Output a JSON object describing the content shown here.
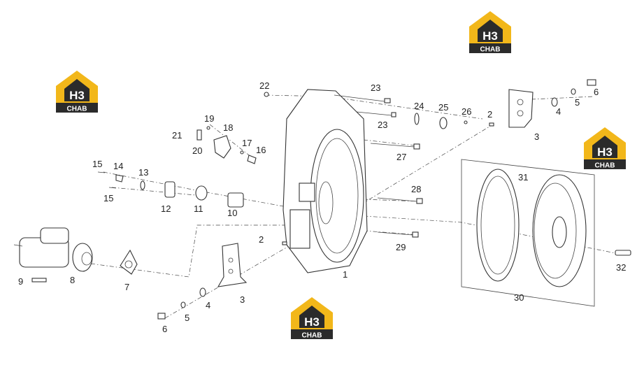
{
  "logo": {
    "mark": "H3",
    "name": "CHAB",
    "colors": {
      "accent": "#f2b71a",
      "dark": "#2b2b2b"
    }
  },
  "callouts": {
    "c1": "1",
    "c2a": "2",
    "c2b": "2",
    "c3a": "3",
    "c3b": "3",
    "c4a": "4",
    "c4b": "4",
    "c5a": "5",
    "c5b": "5",
    "c6a": "6",
    "c6b": "6",
    "c7": "7",
    "c8": "8",
    "c9": "9",
    "c10": "10",
    "c11": "11",
    "c12": "12",
    "c13": "13",
    "c14": "14",
    "c15a": "15",
    "c15b": "15",
    "c16": "16",
    "c17": "17",
    "c18": "18",
    "c19": "19",
    "c20": "20",
    "c21": "21",
    "c22": "22",
    "c23a": "23",
    "c23b": "23",
    "c24": "24",
    "c25": "25",
    "c26": "26",
    "c27": "27",
    "c28": "28",
    "c29": "29",
    "c30": "30",
    "c31": "31",
    "c32": "32"
  }
}
